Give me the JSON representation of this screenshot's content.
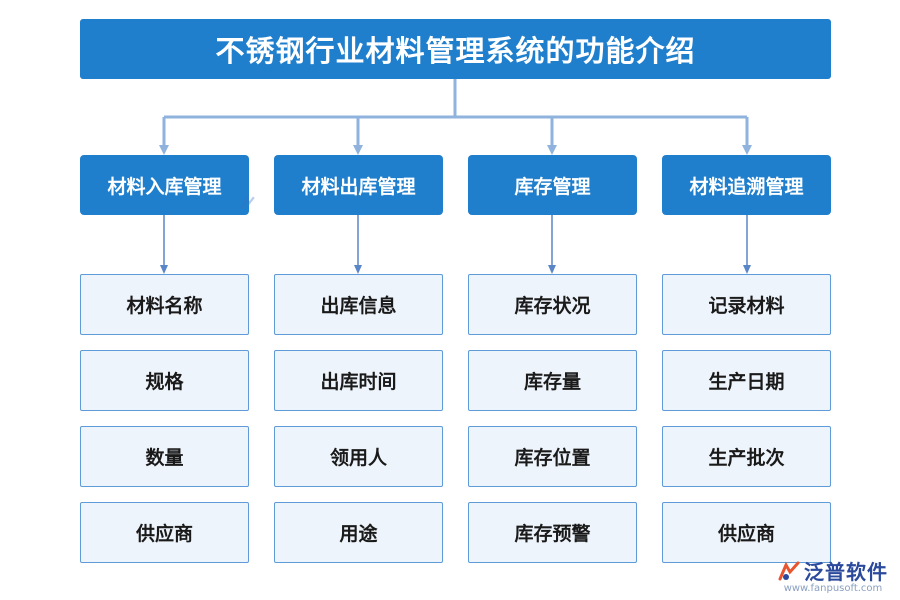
{
  "title": "不锈钢行业材料管理系统的功能介绍",
  "categories": [
    {
      "label": "材料入库管理",
      "items": [
        "材料名称",
        "规格",
        "数量",
        "供应商"
      ]
    },
    {
      "label": "材料出库管理",
      "items": [
        "出库信息",
        "出库时间",
        "领用人",
        "用途"
      ]
    },
    {
      "label": "库存管理",
      "items": [
        "库存状况",
        "库存量",
        "库存位置",
        "库存预警"
      ]
    },
    {
      "label": "材料追溯管理",
      "items": [
        "记录材料",
        "生产日期",
        "生产批次",
        "供应商"
      ]
    }
  ],
  "logo": {
    "name": "泛普软件",
    "url": "www.fanpusoft.com",
    "icon": "fanpu-logo-icon"
  },
  "colors": {
    "primary": "#1f7fcd",
    "item_bg": "#eef4fb",
    "item_border": "#5f9bd6",
    "connector": "#8fb3dc"
  }
}
